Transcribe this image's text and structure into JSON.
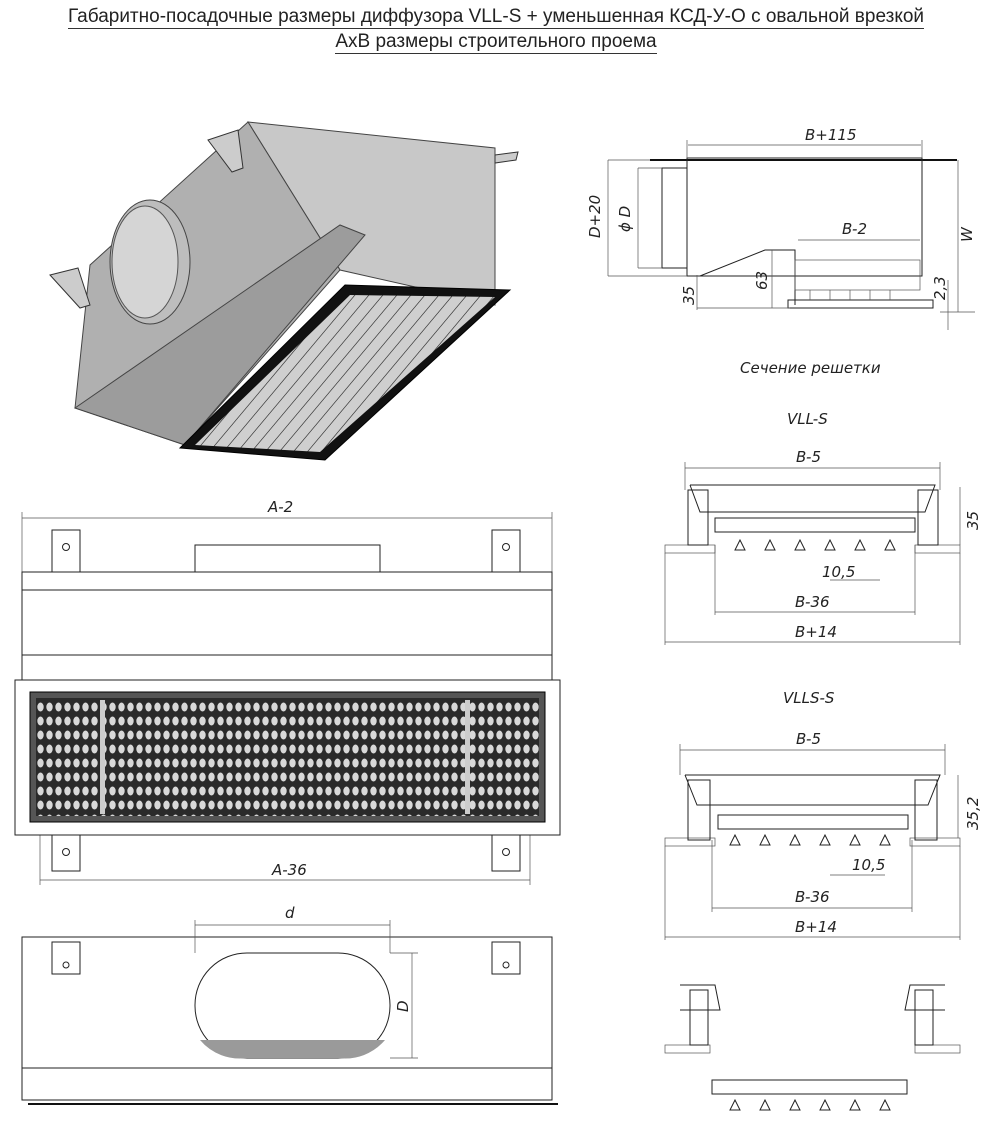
{
  "title": {
    "line1": "Габаритно-посадочные размеры диффузора VLL-S + уменьшенная КСД-У-О с овальной врезкой",
    "line2": "AxB размеры строительного проема"
  },
  "side_view": {
    "width_top": "B+115",
    "pipe_outer": "D+20",
    "pipe_diameter": "ϕ D",
    "grille_width": "B-2",
    "height": "W",
    "offset_35": "35",
    "height_63": "63",
    "thickness": "2,3",
    "caption": "Сечение решетки"
  },
  "section_vll": {
    "name": "VLL-S",
    "top": "B-5",
    "height": "35",
    "pitch": "10,5",
    "inner": "B-36",
    "outer": "B+14"
  },
  "section_vlls": {
    "name": "VLLS-S",
    "top": "B-5",
    "height": "35,2",
    "pitch": "10,5",
    "inner": "B-36",
    "outer": "B+14"
  },
  "front_view": {
    "length_top": "A-2",
    "length_bottom": "A-36"
  },
  "bottom_view": {
    "oval_width": "d",
    "oval_height": "D"
  },
  "colors": {
    "body": "#b4b4b4",
    "body_dark": "#9a9a9a",
    "frame": "#1a1a1a",
    "line": "#222222"
  }
}
